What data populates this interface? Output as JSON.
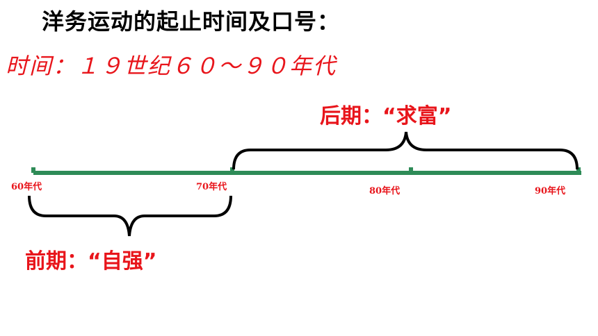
{
  "title": "洋务运动的起止时间及口号：",
  "time_text": "时间：１９世纪６０～９０年代",
  "timeline": {
    "ticks": [
      "60年代",
      "70年代",
      "80年代",
      "90年代"
    ],
    "line_color": "#2e8b57",
    "label_color": "#e8151b"
  },
  "phases": {
    "late": "后期：“求富”",
    "early": "前期：“自强”"
  }
}
